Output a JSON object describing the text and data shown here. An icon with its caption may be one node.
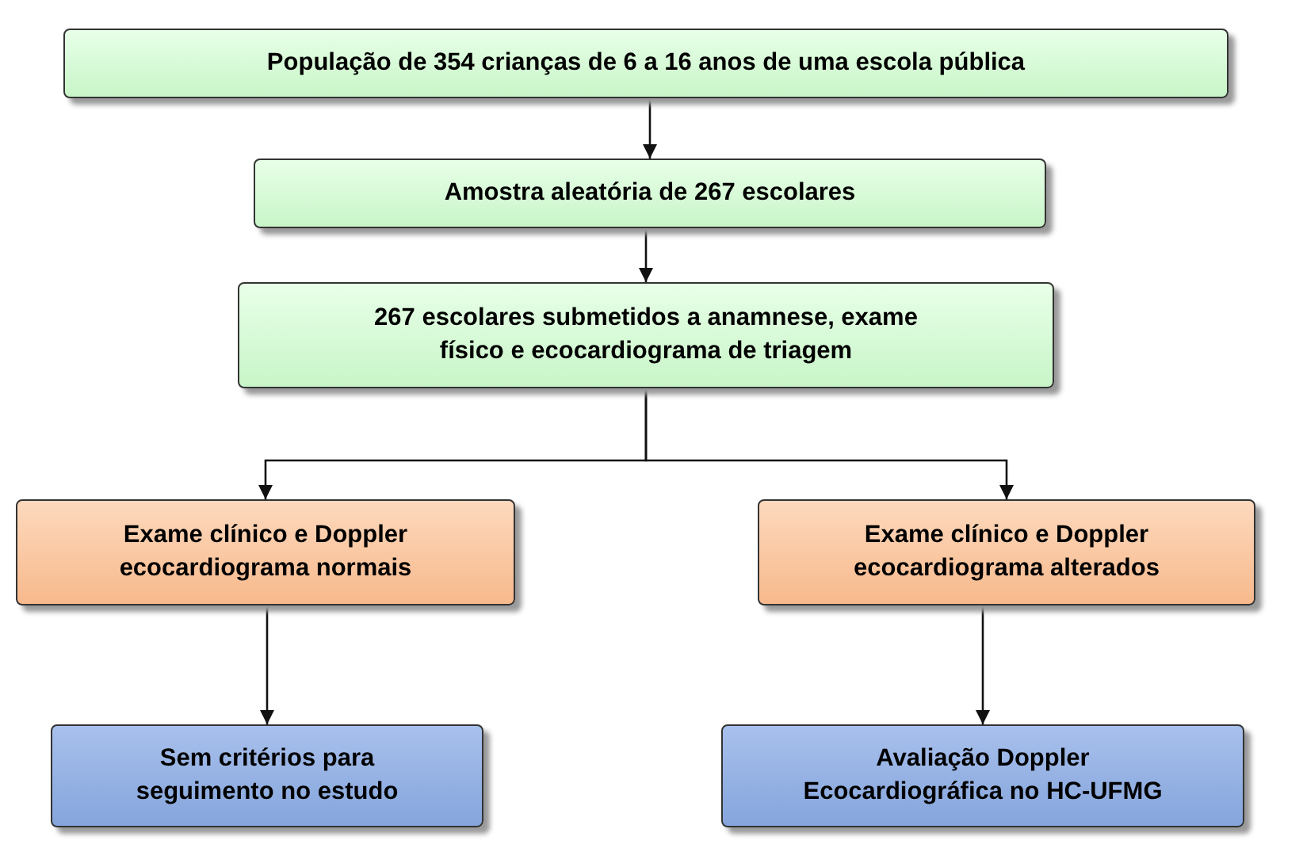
{
  "diagram": {
    "nodes": [
      {
        "text": [
          "População de 354 crianças de 6 a 16 anos de uma escola pública"
        ]
      },
      {
        "text": [
          "Amostra aleatória de 267 escolares"
        ]
      },
      {
        "text": [
          "267 escolares submetidos a anamnese, exame físico e ecocardiograma de triagem"
        ]
      },
      {
        "text": [
          "Exame clínico e Doppler ecocardiograma normais"
        ]
      },
      {
        "text": [
          "Exame clínico e Doppler ecocardiograma alterados"
        ]
      },
      {
        "text": [
          "Sem critérios para seguimento no estudo"
        ]
      },
      {
        "text": [
          "Avaliação Doppler Ecocardiográfica no HC-UFMG"
        ]
      }
    ],
    "edges": [
      {
        "from": 0,
        "to": 1,
        "arrow": "to"
      },
      {
        "from": 1,
        "to": 2,
        "arrow": "to"
      },
      {
        "from": 2,
        "to": 3,
        "arrow": "to"
      },
      {
        "from": 2,
        "to": 4,
        "arrow": "to"
      },
      {
        "from": 3,
        "to": 5,
        "arrow": "to"
      },
      {
        "from": 4,
        "to": 6,
        "arrow": "to"
      }
    ]
  }
}
